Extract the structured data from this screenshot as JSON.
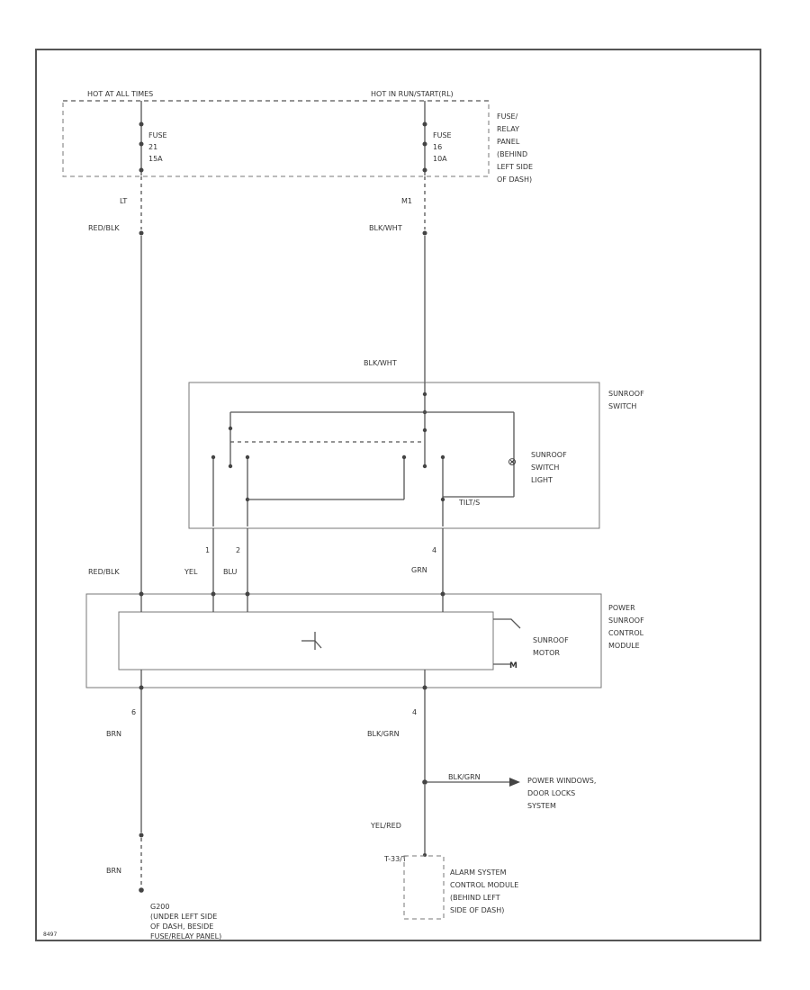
{
  "colors": {
    "red_blk": "#f07a7a",
    "yel": "#f2f26a",
    "blu": "#3a3aee",
    "grn": "#8fe08f",
    "brn": "#e8cf7a",
    "blk_grn": "#5fa85f",
    "yel_red": "#f8c45a",
    "blk_wht": "#555555"
  },
  "hot_left": "HOT AT ALL TIMES",
  "hot_right": "HOT IN RUN/START(RL)",
  "fuse_left": {
    "name": "FUSE",
    "num": "21",
    "amp": "15A"
  },
  "fuse_right": {
    "name": "FUSE",
    "num": "16",
    "amp": "10A"
  },
  "fuse_panel": [
    "FUSE/",
    "RELAY",
    "PANEL",
    "(BEHIND",
    "LEFT SIDE",
    "OF DASH)"
  ],
  "conn_left": "LT",
  "conn_right": "M1",
  "wires": {
    "red_blk_top": "RED/BLK",
    "blk_wht_top": "BLK/WHT",
    "blk_wht_switch": "BLK/WHT",
    "red_blk_mod": "RED/BLK",
    "yel": "YEL",
    "blu": "BLU",
    "grn": "GRN",
    "brn_top": "BRN",
    "brn_bot": "BRN",
    "blk_grn": "BLK/GRN",
    "blk_grn_branch": "BLK/GRN",
    "yel_red": "YEL/RED"
  },
  "pins": {
    "sw1": "1",
    "sw2": "2",
    "sw4": "4",
    "mod_bl": "6",
    "mod_br": "4",
    "alarm": "T-33/T"
  },
  "sunroof_switch": [
    "SUNROOF",
    "SWITCH"
  ],
  "switch_light": [
    "SUNROOF",
    "SWITCH",
    "LIGHT"
  ],
  "switch_tag": "TILT/S",
  "lamp_symbol": "⊗",
  "motor_symbol": "M",
  "control_module": [
    "POWER",
    "SUNROOF",
    "CONTROL",
    "MODULE"
  ],
  "sunroof_motor": [
    "SUNROOF",
    "MOTOR"
  ],
  "power_windows": [
    "POWER WINDOWS,",
    "DOOR LOCKS",
    "SYSTEM"
  ],
  "alarm": [
    "ALARM SYSTEM",
    "CONTROL MODULE",
    "(BEHIND LEFT",
    "SIDE OF DASH)"
  ],
  "ground": [
    "G200",
    "(UNDER LEFT SIDE",
    "OF DASH, BESIDE",
    "FUSE/RELAY PANEL)"
  ],
  "figure_id": "8497"
}
